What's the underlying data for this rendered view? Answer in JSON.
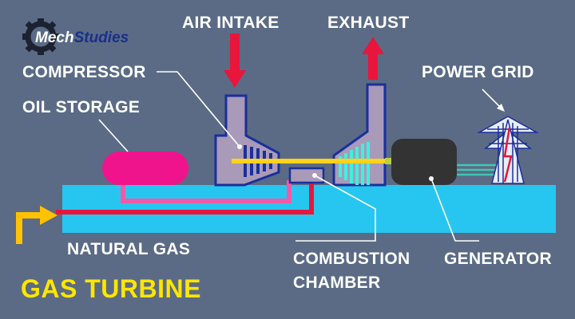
{
  "brand": {
    "part1": "Mech",
    "part2": "Studies",
    "icon": "gear-icon"
  },
  "title": "GAS TURBINE",
  "labels": {
    "air_intake": "AIR INTAKE",
    "exhaust": "EXHAUST",
    "compressor": "COMPRESSOR",
    "power_grid": "POWER GRID",
    "oil_storage": "OIL STORAGE",
    "natural_gas": "NATURAL GAS",
    "combustion_line1": "COMBUSTION",
    "combustion_line2": "CHAMBER",
    "generator": "GENERATOR"
  },
  "colors": {
    "background": "#5b6b85",
    "base": "#27c6f0",
    "casing": "#a89ab8",
    "outline": "#1a2f9c",
    "arrow": "#e8163c",
    "oil_tank": "#f0148c",
    "oil_line": "#f05aa6",
    "gas_line": "#e8163c",
    "gas_inlet": "#ffc200",
    "shaft": "#ffd21c",
    "turbine_blades": "#3ff0e0",
    "generator": "#333333",
    "title": "#ffe600"
  }
}
